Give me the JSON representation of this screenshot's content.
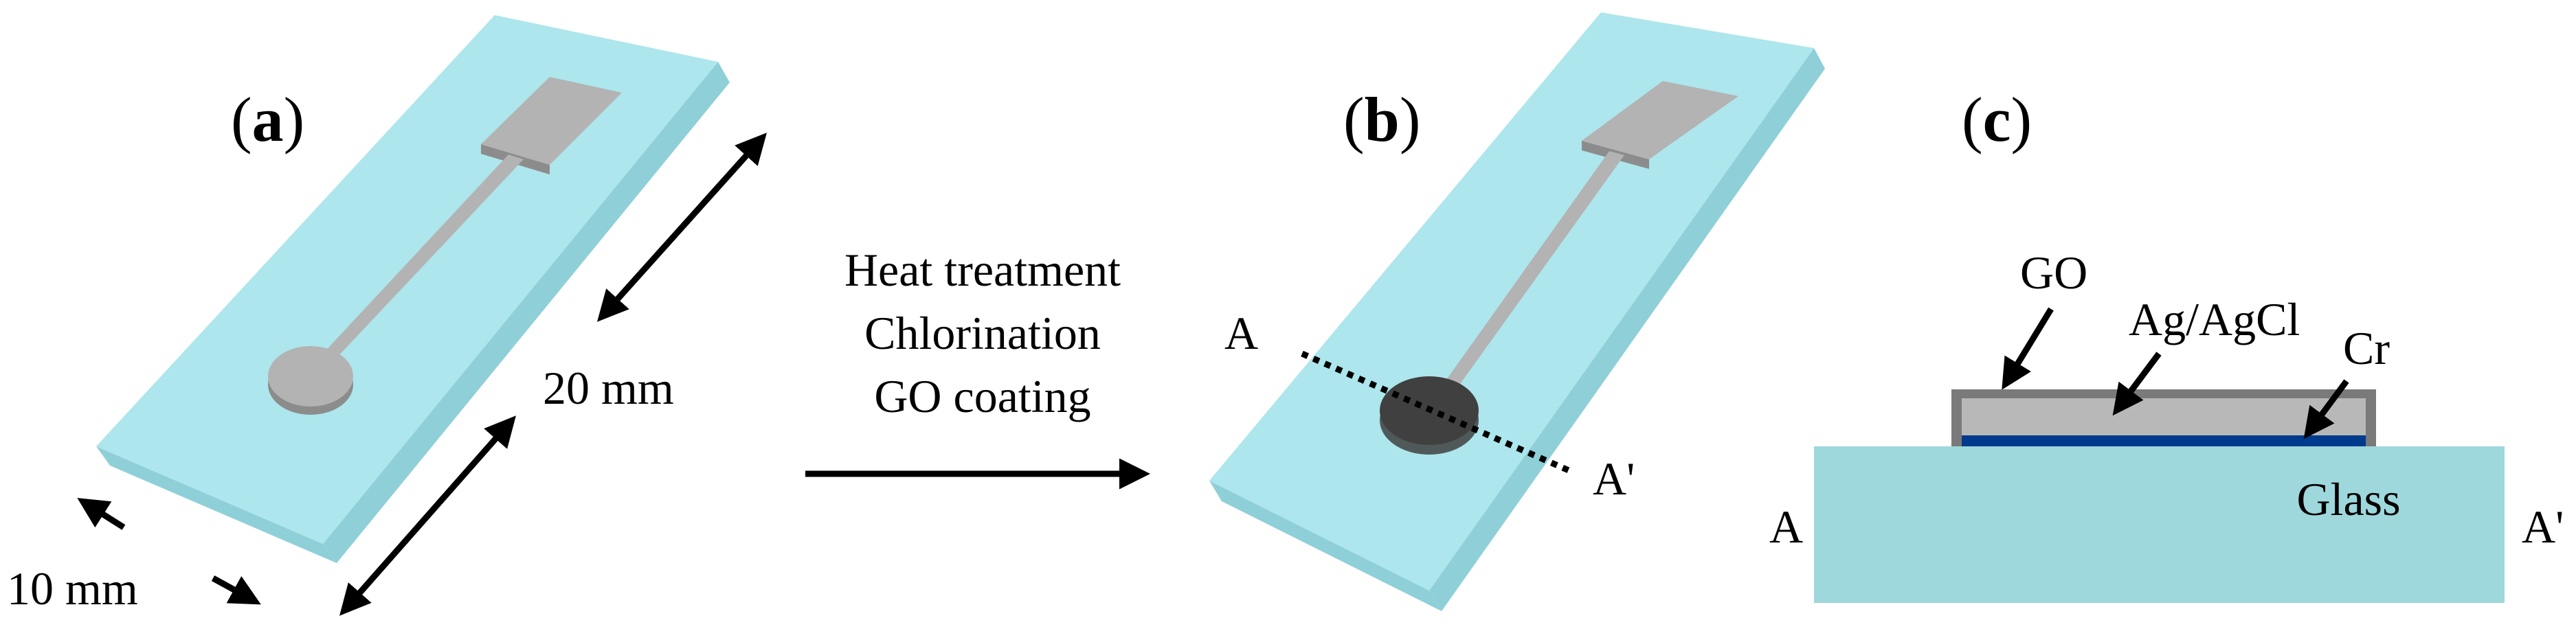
{
  "panels": {
    "a": {
      "open": "(",
      "letter": "a",
      "close": ")"
    },
    "b": {
      "open": "(",
      "letter": "b",
      "close": ")"
    },
    "c": {
      "open": "(",
      "letter": "c",
      "close": ")"
    }
  },
  "dimensions": {
    "length": "20 mm",
    "width": "10 mm"
  },
  "process_steps": [
    "Heat treatment",
    "Chlorination",
    "GO coating"
  ],
  "section_line": {
    "start": "A",
    "end": "A'"
  },
  "cross_section": {
    "left": "A",
    "right": "A'",
    "layers": {
      "go": "GO",
      "agagcl": "Ag/AgCl",
      "cr": "Cr",
      "glass": "Glass"
    }
  },
  "colors": {
    "substrate_top": "#ade6ec",
    "substrate_side": "#8fd0d8",
    "electrode": "#b3b3b3",
    "electrode_side": "#8c8c8c",
    "go_coated_disk": "#404040",
    "go_layer": "#7a7a7a",
    "agagcl_layer": "#b8b8b8",
    "cr_layer": "#003a8c",
    "glass": "#9ed8dc"
  }
}
